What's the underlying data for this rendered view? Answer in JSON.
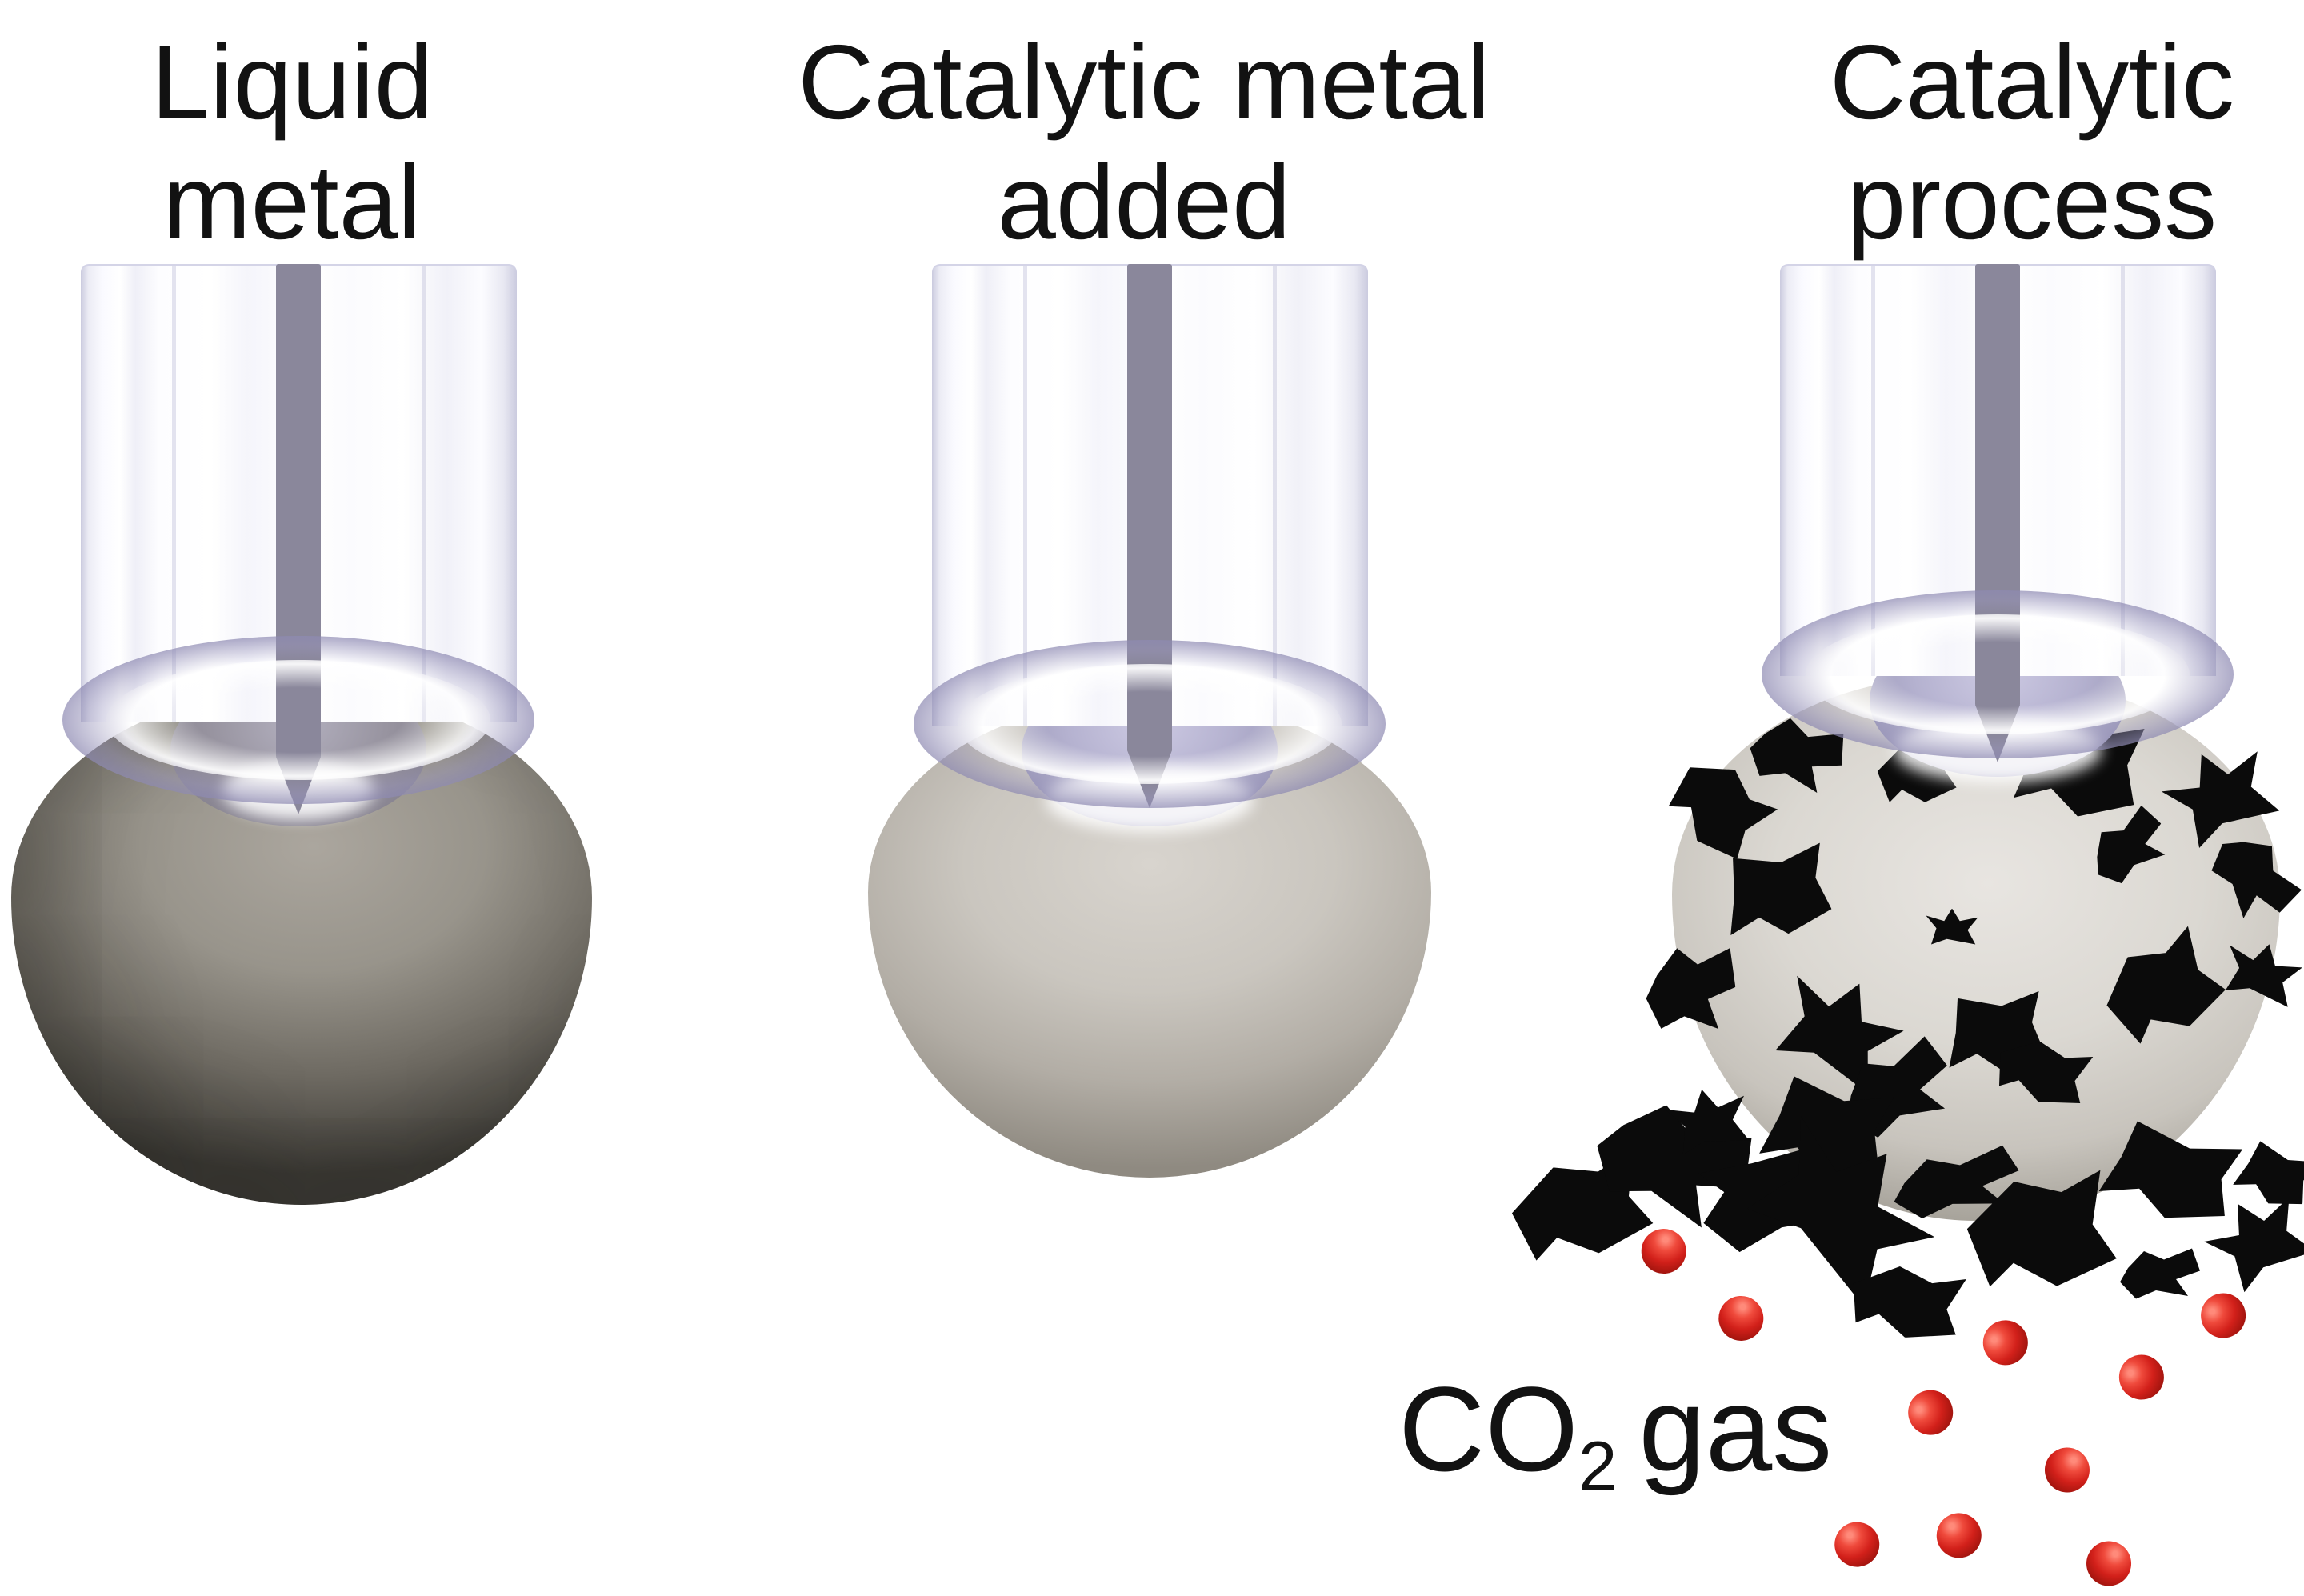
{
  "stages": [
    {
      "key": "liquid-metal",
      "label_line1": "Liquid",
      "label_line2": "metal"
    },
    {
      "key": "catalytic-metal-added",
      "label_line1": "Catalytic metal",
      "label_line2": "added"
    },
    {
      "key": "catalytic-process",
      "label_line1": "Catalytic",
      "label_line2": "process"
    }
  ],
  "co2_label": {
    "prefix": "CO",
    "subscript": "2",
    "suffix": "gas"
  },
  "molecules": {
    "formula": "CO2",
    "count": 5,
    "oxygen_atoms_per_molecule": 2,
    "carbon_atoms_per_molecule": 1
  },
  "flakes": {
    "material": "solid carbon",
    "on_droplet_count": 17,
    "falling_count": 12
  },
  "colors": {
    "background": "#ffffff",
    "label_text": "#121212",
    "rod": "#8a879b",
    "glass_edge": "#cbcbdf",
    "rim": "#8b87b0",
    "dome_light": "#b5b2d0",
    "dome_dark": "#97939f",
    "droplet1_center": "#aba69e",
    "droplet1_edge": "#3b3934",
    "droplet2_center": "#d8d4ce",
    "droplet2_edge": "#8f8a81",
    "droplet3_center": "#e8e5e1",
    "droplet3_edge": "#9d9990",
    "flake": "#0b0b0b",
    "oxygen": "#d2201a",
    "carbon": "#281e20"
  }
}
